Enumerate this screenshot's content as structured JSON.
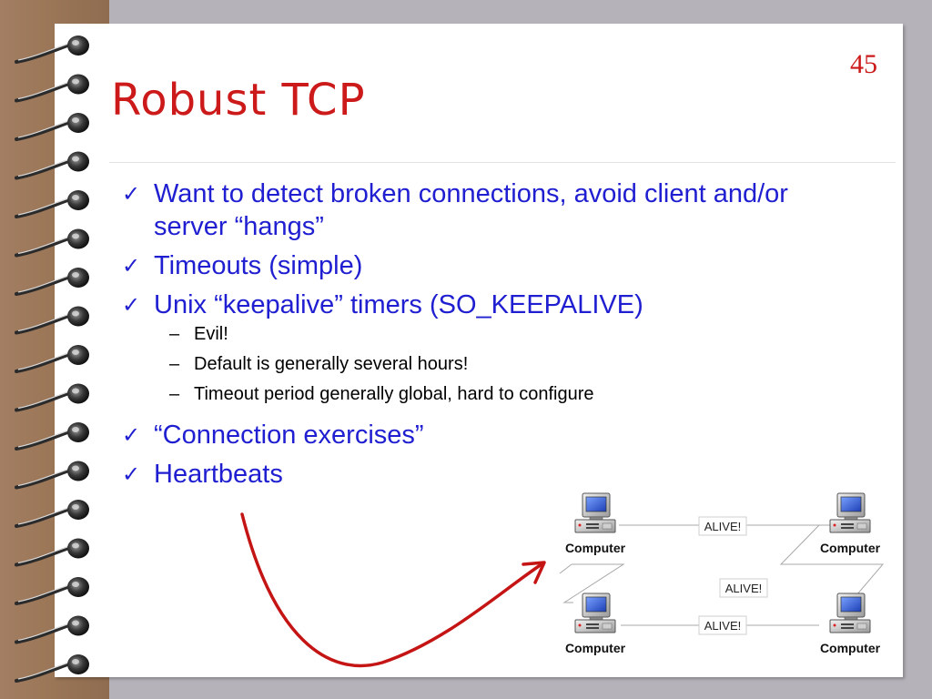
{
  "slide": {
    "number": "45",
    "title": "Robust TCP"
  },
  "bullets": [
    {
      "text": "Want to detect broken connections, avoid client and/or server “hangs”"
    },
    {
      "text": "Timeouts (simple)"
    },
    {
      "text": "Unix “keepalive” timers (SO_KEEPALIVE)"
    },
    {
      "text": "“Connection exercises”"
    },
    {
      "text": "Heartbeats"
    }
  ],
  "sub_bullets": [
    {
      "text": "Evil!"
    },
    {
      "text": "Default is generally several hours!"
    },
    {
      "text": "Timeout period generally global, hard to configure"
    }
  ],
  "diagram": {
    "computer_label": "Computer",
    "message_label": "ALIVE!"
  },
  "colors": {
    "title": "#cc1a1a",
    "bullet_text": "#1f1fd1",
    "arrow": "#c41414"
  },
  "icons": {
    "bullet_mark": "checkmark-icon",
    "binding": "spiral-ring-icon",
    "computer": "desktop-computer-icon"
  }
}
